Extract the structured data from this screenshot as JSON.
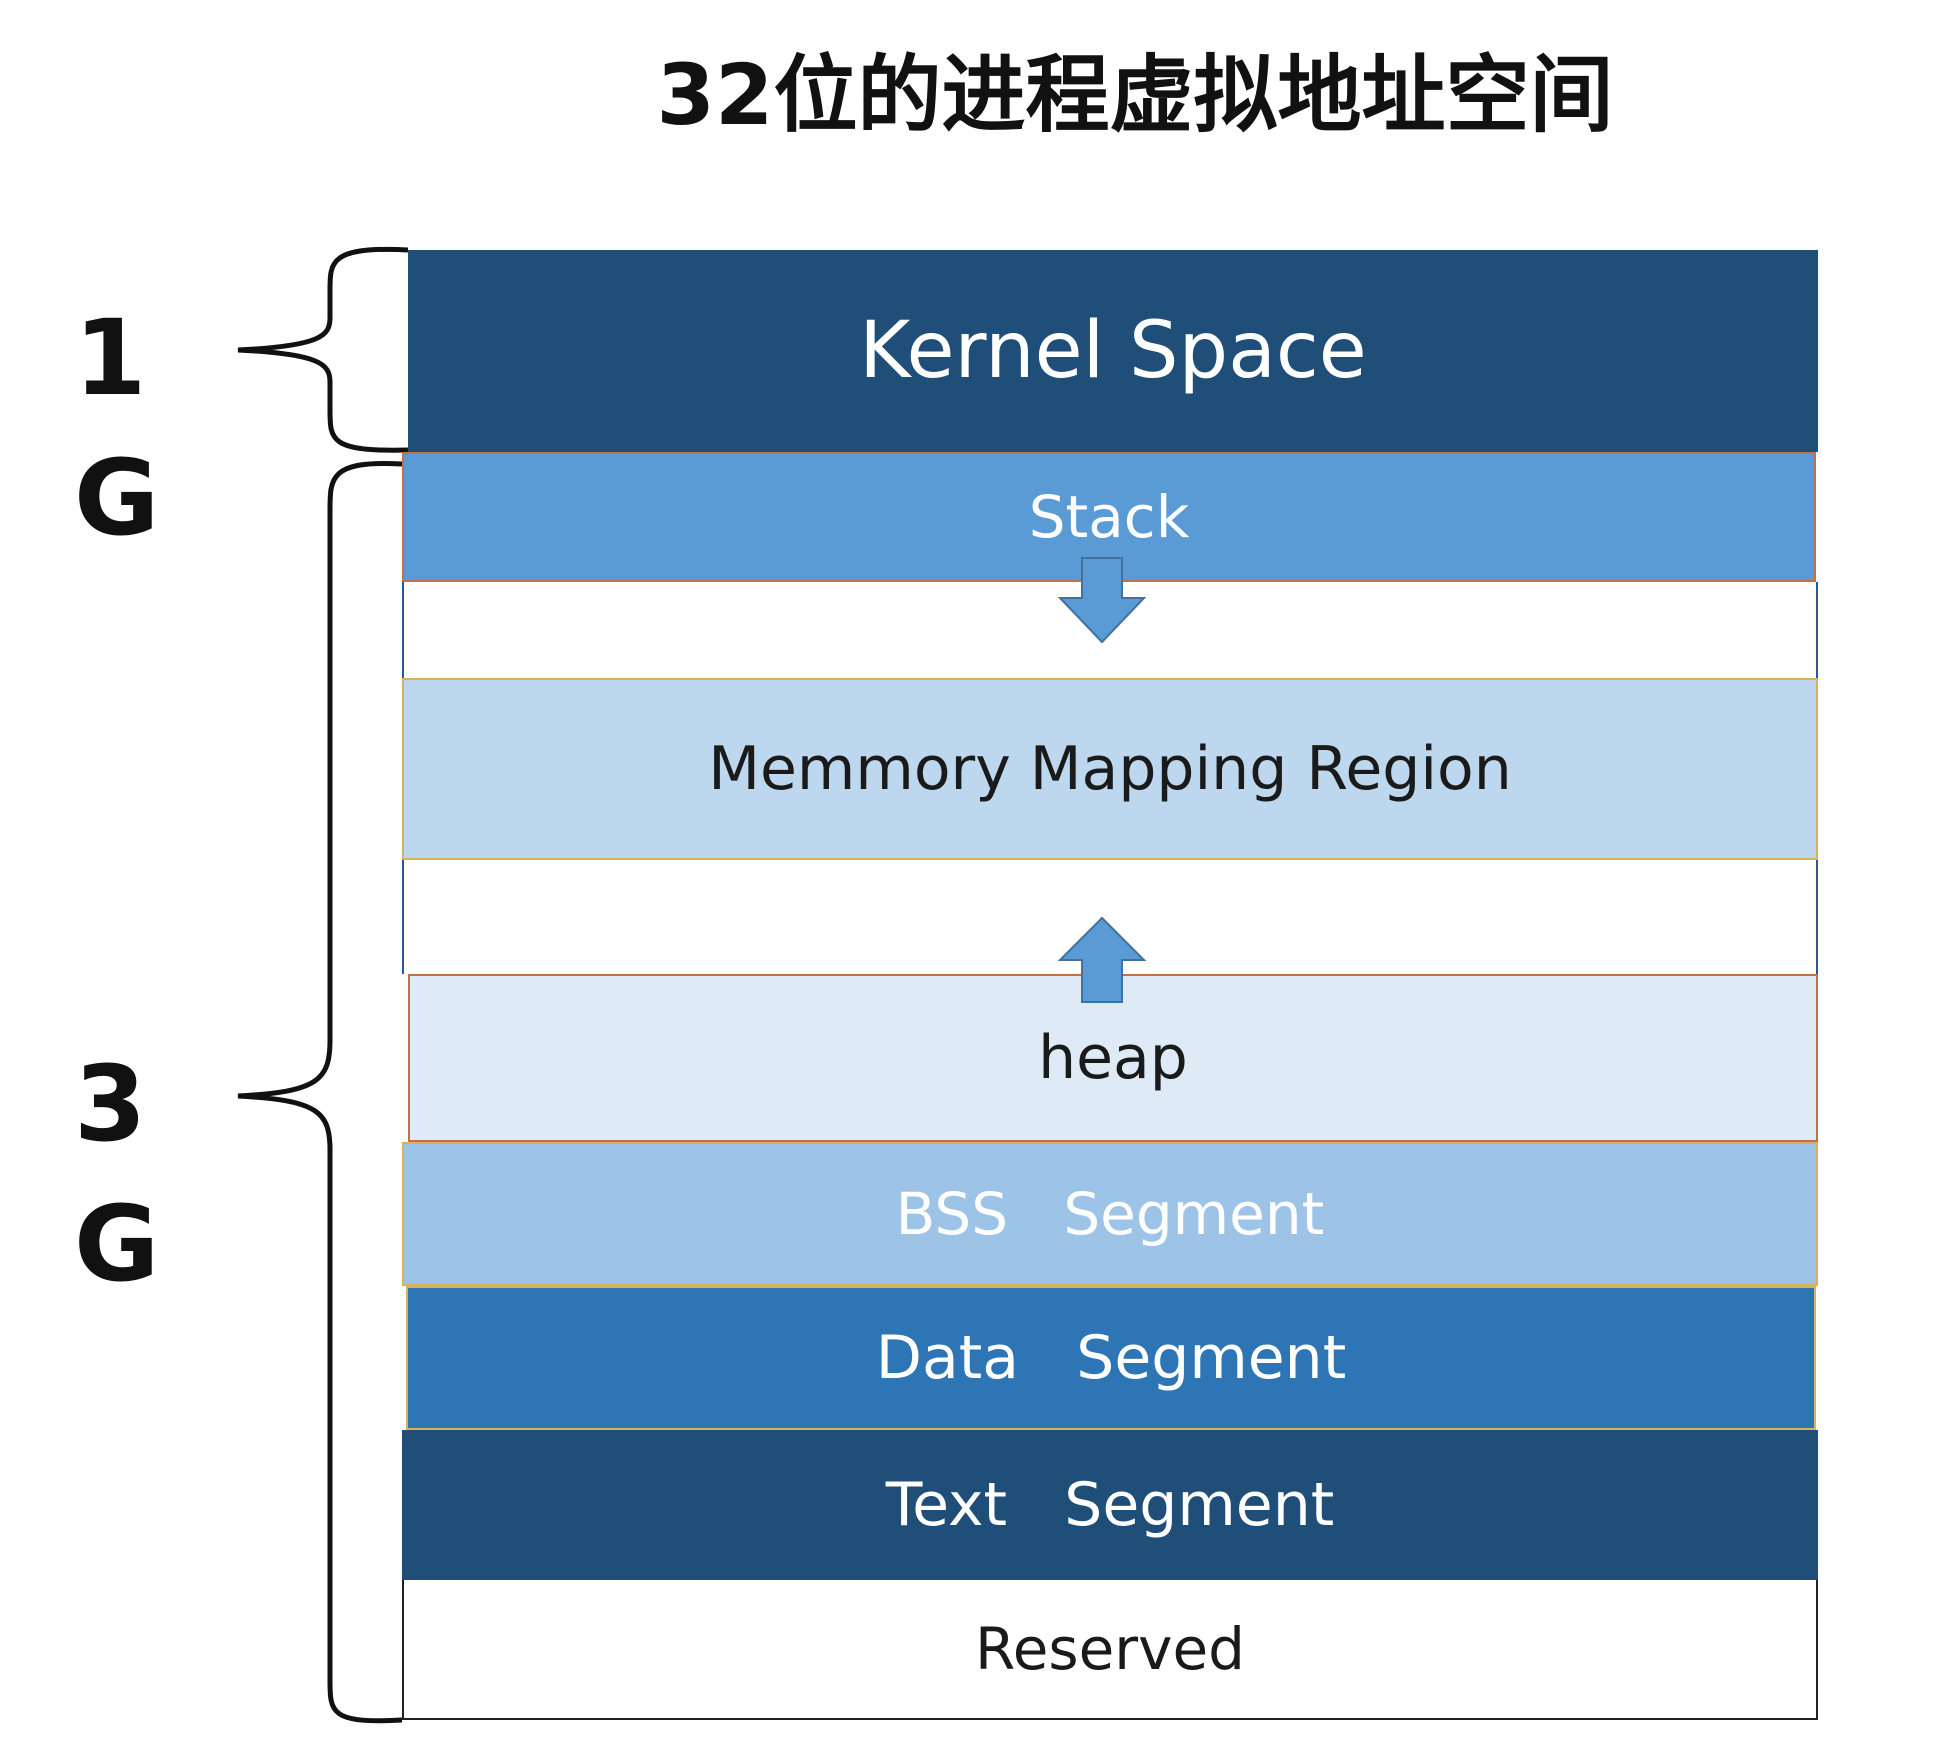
{
  "title": "32位的进程虚拟地址空间",
  "sizes": {
    "kernel": [
      "1",
      "G"
    ],
    "user": [
      "3",
      "G"
    ]
  },
  "regions": {
    "kernel": "Kernel Space",
    "stack": "Stack",
    "mmap": "Memmory Mapping Region",
    "heap": "heap",
    "bss": "BSS   Segment",
    "data": "Data   Segment",
    "text": "Text   Segment",
    "reserved": "Reserved"
  },
  "colors": {
    "kernel": "#1f4e79",
    "stack": "#5b9bd5",
    "mmap": "#bdd7ee",
    "heap": "#deebf7",
    "bss": "#9dc3e6",
    "data": "#2e75b6",
    "text": "#1f4e79",
    "arrow": "#5b9bd5"
  }
}
